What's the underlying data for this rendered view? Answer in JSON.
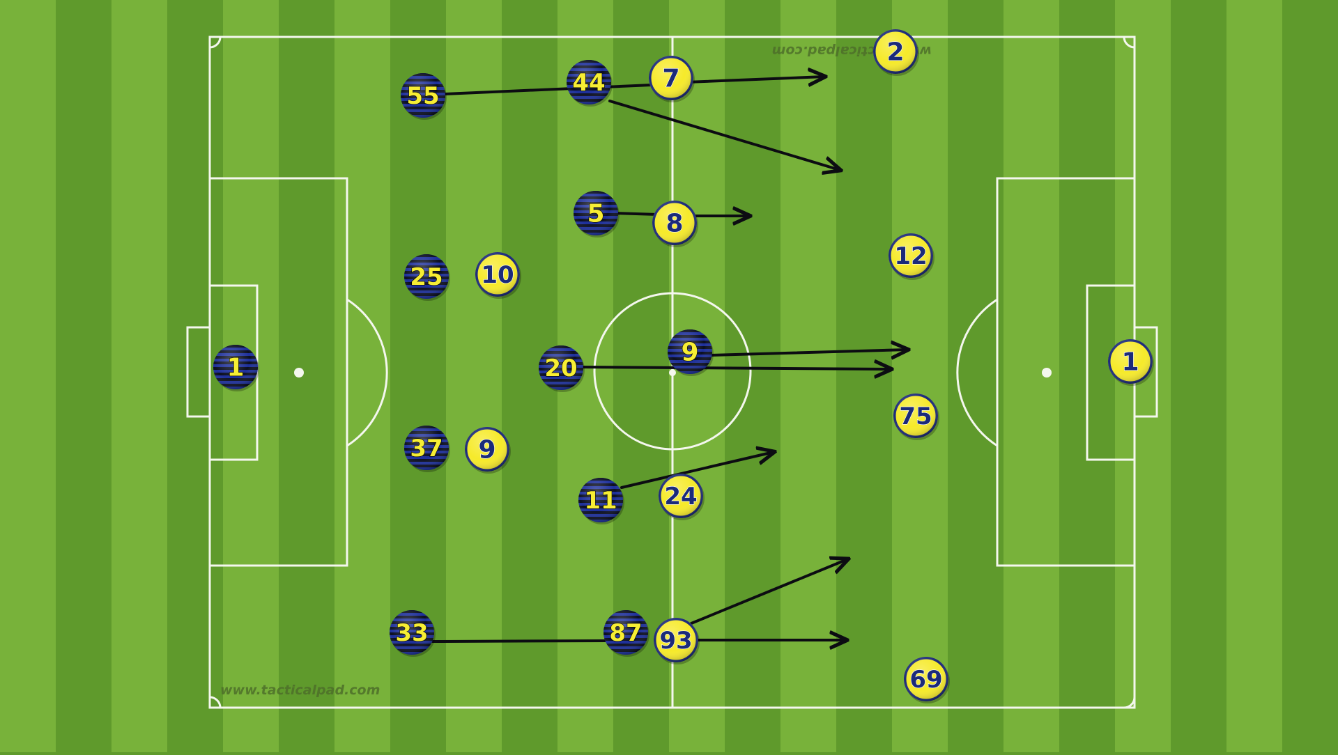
{
  "watermarks": {
    "bottom_left": "www.tacticalpad.com",
    "top_right": "www.tacticalpad.com"
  },
  "colors": {
    "grass_light": "#78b23a",
    "grass_dark": "#5f9a2c",
    "lines": "#f4f7ee",
    "arrow": "#0c0c12",
    "team_striped_base": "#1d2f9a",
    "team_striped_stripe": "#0b0f22",
    "team_striped_number": "#f7ee34",
    "team_yellow_base": "#f6ea2a",
    "team_yellow_band": "#1b2a7a",
    "team_yellow_number": "#1b2a7a"
  },
  "players_striped": [
    "55",
    "44",
    "5",
    "25",
    "1",
    "20",
    "9",
    "37",
    "11",
    "33",
    "87"
  ],
  "players_yellow": [
    "2",
    "7",
    "8",
    "10",
    "12",
    "1",
    "75",
    "9",
    "24",
    "93",
    "69"
  ]
}
